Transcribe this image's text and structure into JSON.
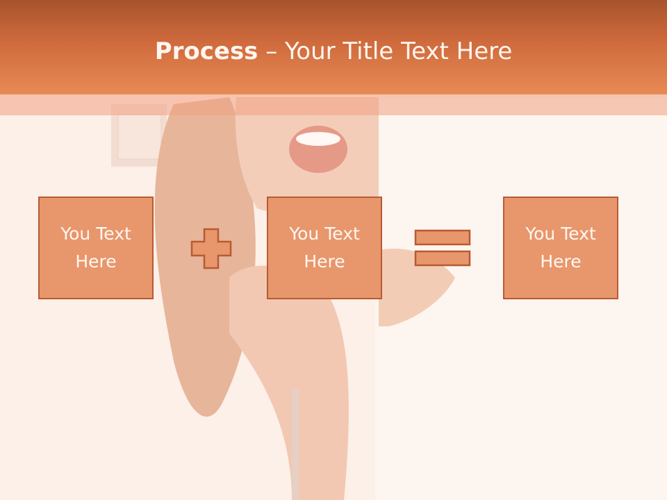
{
  "title": {
    "bold": "Process",
    "rest": " – Your Title Text Here"
  },
  "boxes": [
    {
      "label": "You Text Here"
    },
    {
      "label": "You Text Here"
    },
    {
      "label": "You Text Here"
    }
  ],
  "operators": {
    "first": "plus-icon",
    "second": "equals-icon"
  },
  "colors": {
    "header": "#cf6b3d",
    "box_fill": "#e8966c",
    "box_border": "#b85a33",
    "background": "#fbeee6"
  }
}
